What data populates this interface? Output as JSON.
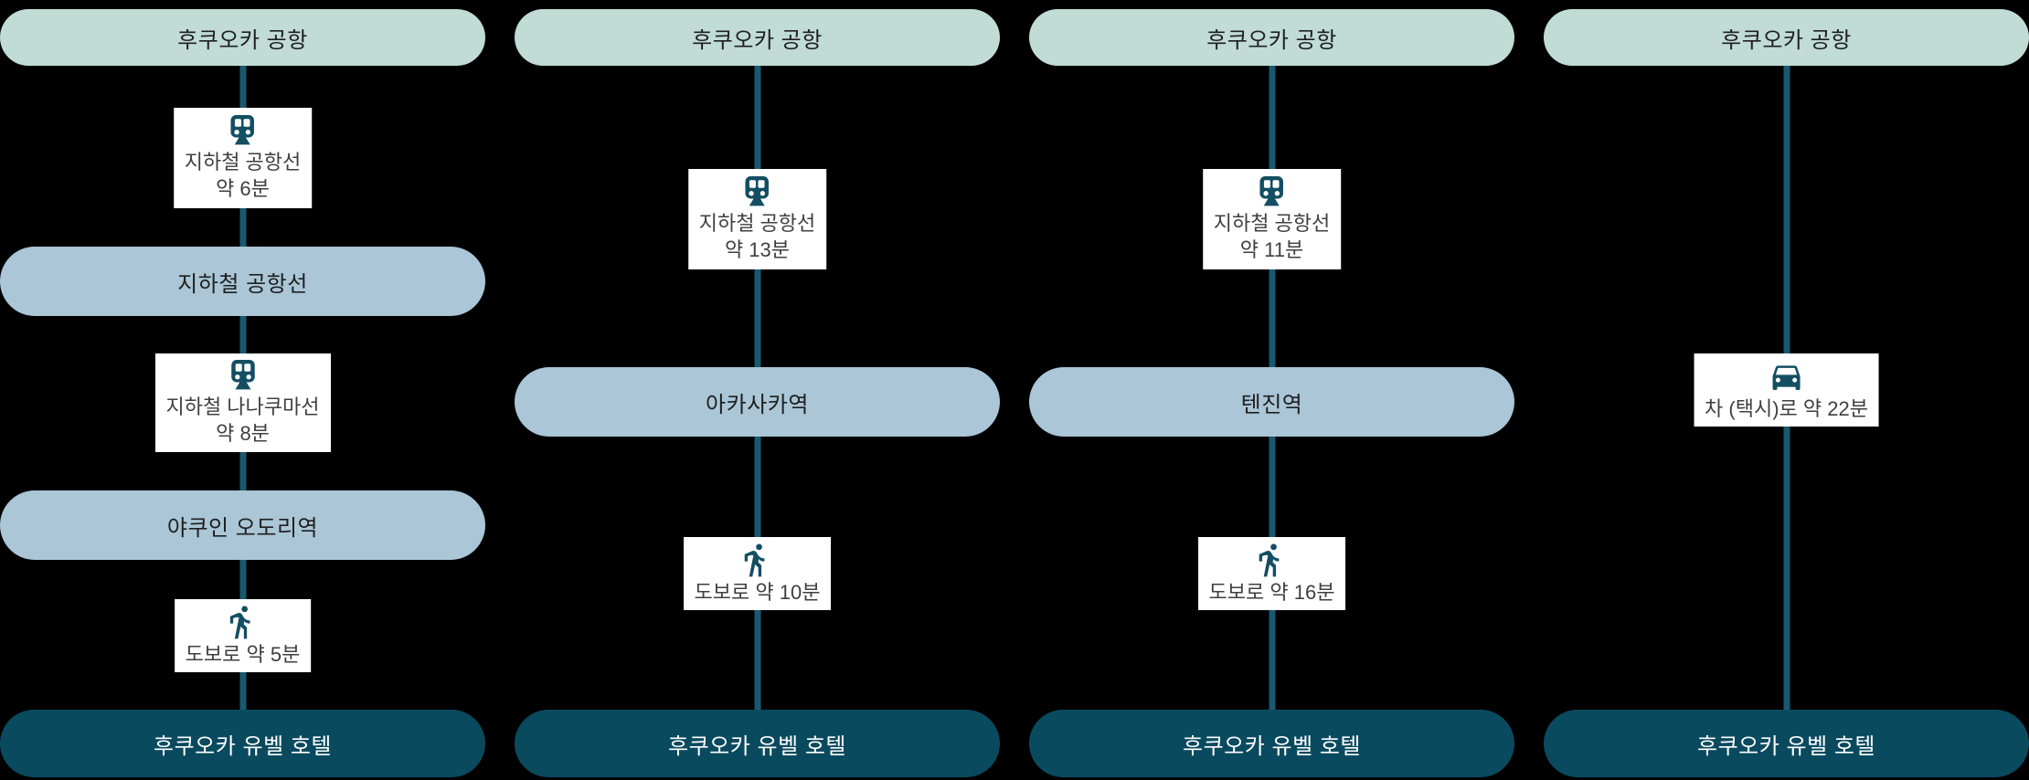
{
  "diagram": {
    "background_color": "#000000",
    "colors": {
      "origin_pill": "#c0dcd4",
      "station_pill": "#aac6d7",
      "hotel_pill": "#0a4a5f",
      "connector_line": "#175a70",
      "icon": "#134e63",
      "box_background": "#ffffff",
      "box_text": "#3f3f3f",
      "pill_text": "#1f1f1f",
      "hotel_text": "#ffffff"
    },
    "routes": [
      {
        "origin": "후쿠오카 공항",
        "destination": "후쿠오카 유벨 호텔",
        "steps": [
          {
            "type": "transit",
            "icon": "train-icon",
            "line1": "지하철 공항선",
            "line2": "약 6분"
          },
          {
            "type": "stop",
            "label": "지하철 공항선"
          },
          {
            "type": "transit",
            "icon": "train-icon",
            "line1": "지하철 나나쿠마선",
            "line2": "약 8분"
          },
          {
            "type": "stop",
            "label": "야쿠인 오도리역"
          },
          {
            "type": "walk",
            "icon": "walk-icon",
            "line1": "도보로 약 5분"
          }
        ]
      },
      {
        "origin": "후쿠오카 공항",
        "destination": "후쿠오카 유벨 호텔",
        "steps": [
          {
            "type": "transit",
            "icon": "train-icon",
            "line1": "지하철 공항선",
            "line2": "약 13분"
          },
          {
            "type": "stop",
            "label": "아카사카역"
          },
          {
            "type": "walk",
            "icon": "walk-icon",
            "line1": "도보로 약 10분"
          }
        ]
      },
      {
        "origin": "후쿠오카 공항",
        "destination": "후쿠오카 유벨 호텔",
        "steps": [
          {
            "type": "transit",
            "icon": "train-icon",
            "line1": "지하철 공항선",
            "line2": "약 11분"
          },
          {
            "type": "stop",
            "label": "텐진역"
          },
          {
            "type": "walk",
            "icon": "walk-icon",
            "line1": "도보로 약 16분"
          }
        ]
      },
      {
        "origin": "후쿠오카 공항",
        "destination": "후쿠오카 유벨 호텔",
        "steps": [
          {
            "type": "drive",
            "icon": "car-icon",
            "line1": "차 (택시)로 약 22분"
          }
        ]
      }
    ]
  }
}
